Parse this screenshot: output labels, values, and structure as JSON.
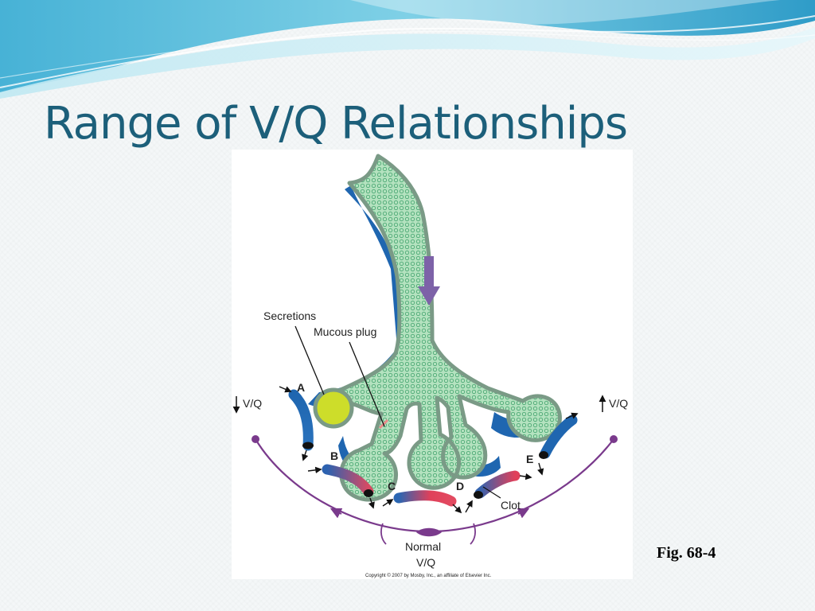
{
  "slide": {
    "title": "Range of V/Q Relationships",
    "caption": "Fig. 68-4"
  },
  "figure": {
    "labels": {
      "secretions": "Secretions",
      "mucous_plug": "Mucous plug",
      "clot": "Clot",
      "vq_left": "V/Q",
      "vq_right": "V/Q",
      "normal_line1": "Normal",
      "normal_line2": "V/Q",
      "copyright": "Copyright © 2007 by Mosby, Inc., an affiliate of Elsevier Inc."
    },
    "points": [
      "A",
      "B",
      "C",
      "D",
      "E"
    ],
    "colors": {
      "alveolus_fill": "#b4e2bf",
      "alveolus_dots": "#4aa873",
      "alveolus_border": "#7a9a86",
      "blood_blue": "#1f66b0",
      "blood_red": "#e0405a",
      "secretion_fill": "#cddd2a",
      "spectrum_arc": "#7a3a8c",
      "airflow_arrow": "#7d62a8",
      "title": "#1c5f7a"
    }
  }
}
